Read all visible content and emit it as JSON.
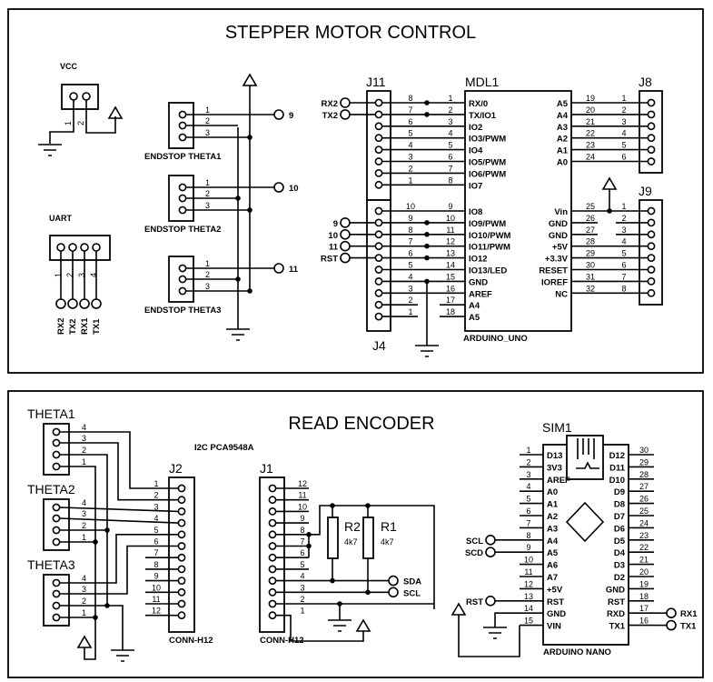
{
  "panels": {
    "stepper": {
      "title": "STEPPER MOTOR CONTROL",
      "vcc": {
        "label": "VCC",
        "pins": [
          "1",
          "2"
        ]
      },
      "uart": {
        "label": "UART",
        "pins": [
          "1",
          "2",
          "3",
          "4"
        ],
        "signals": [
          "RX2",
          "TX2",
          "RX1",
          "TX1"
        ]
      },
      "endstops": [
        {
          "label": "ENDSTOP THETA1",
          "pins": [
            "1",
            "2",
            "3"
          ],
          "net": "9"
        },
        {
          "label": "ENDSTOP THETA2",
          "pins": [
            "1",
            "2",
            "3"
          ],
          "net": "10"
        },
        {
          "label": "ENDSTOP THETA3",
          "pins": [
            "1",
            "2",
            "3"
          ],
          "net": "11"
        }
      ],
      "j11": {
        "ref": "J11",
        "rows": [
          {
            "jpin": "8",
            "mpin": "1",
            "net": "RX2"
          },
          {
            "jpin": "7",
            "mpin": "2",
            "net": "TX2"
          },
          {
            "jpin": "6",
            "mpin": "3",
            "net": ""
          },
          {
            "jpin": "5",
            "mpin": "4",
            "net": ""
          },
          {
            "jpin": "4",
            "mpin": "5",
            "net": ""
          },
          {
            "jpin": "3",
            "mpin": "6",
            "net": ""
          },
          {
            "jpin": "2",
            "mpin": "7",
            "net": ""
          },
          {
            "jpin": "1",
            "mpin": "8",
            "net": ""
          }
        ]
      },
      "j4": {
        "ref": "J4",
        "rows": [
          {
            "jpin": "10",
            "mpin": "9",
            "net": ""
          },
          {
            "jpin": "9",
            "mpin": "10",
            "net": "9"
          },
          {
            "jpin": "8",
            "mpin": "11",
            "net": "10"
          },
          {
            "jpin": "7",
            "mpin": "12",
            "net": "11"
          },
          {
            "jpin": "6",
            "mpin": "13",
            "net": "RST"
          },
          {
            "jpin": "5",
            "mpin": "14",
            "net": ""
          },
          {
            "jpin": "4",
            "mpin": "15",
            "net": ""
          },
          {
            "jpin": "3",
            "mpin": "16",
            "net": ""
          },
          {
            "jpin": "2",
            "mpin": "17",
            "net": ""
          },
          {
            "jpin": "1",
            "mpin": "18",
            "net": ""
          }
        ]
      },
      "mdl1": {
        "ref": "MDL1",
        "part": "ARDUINO_UNO",
        "left_pins": [
          "RX/0",
          "TX/IO1",
          "IO2",
          "IO3/PWM",
          "IO4",
          "IO5/PWM",
          "IO6/PWM",
          "IO7",
          "IO8",
          "IO9/PWM",
          "IO10/PWM",
          "IO11/PWM",
          "IO12",
          "IO13/LED",
          "GND",
          "AREF",
          "A4",
          "A5"
        ],
        "right_top_pins": [
          "A5",
          "A4",
          "A3",
          "A2",
          "A1",
          "A0"
        ],
        "right_bottom_pins": [
          "Vin",
          "GND",
          "GND",
          "+5V",
          "+3.3V",
          "RESET",
          "IOREF",
          "NC"
        ]
      },
      "j8": {
        "ref": "J8",
        "rows": [
          {
            "mpin": "19",
            "jpin": "1"
          },
          {
            "mpin": "20",
            "jpin": "2"
          },
          {
            "mpin": "21",
            "jpin": "3"
          },
          {
            "mpin": "22",
            "jpin": "4"
          },
          {
            "mpin": "23",
            "jpin": "5"
          },
          {
            "mpin": "24",
            "jpin": "6"
          }
        ]
      },
      "j9": {
        "ref": "J9",
        "rows": [
          {
            "mpin": "25",
            "jpin": "1"
          },
          {
            "mpin": "26",
            "jpin": "2"
          },
          {
            "mpin": "27",
            "jpin": "3"
          },
          {
            "mpin": "28",
            "jpin": "4"
          },
          {
            "mpin": "29",
            "jpin": "5"
          },
          {
            "mpin": "30",
            "jpin": "6"
          },
          {
            "mpin": "31",
            "jpin": "7"
          },
          {
            "mpin": "32",
            "jpin": "8"
          }
        ]
      }
    },
    "encoder": {
      "title": "READ ENCODER",
      "i2c_label": "I2C PCA9548A",
      "thetas": [
        {
          "label": "THETA1",
          "pins": [
            "4",
            "3",
            "2",
            "1"
          ]
        },
        {
          "label": "THETA2",
          "pins": [
            "4",
            "3",
            "2",
            "1"
          ]
        },
        {
          "label": "THETA3",
          "pins": [
            "4",
            "3",
            "2",
            "1"
          ]
        }
      ],
      "j2": {
        "ref": "J2",
        "part": "CONN-H12",
        "pins": [
          "1",
          "2",
          "3",
          "4",
          "5",
          "6",
          "7",
          "8",
          "9",
          "10",
          "11",
          "12"
        ]
      },
      "j1": {
        "ref": "J1",
        "part": "CONN-H12",
        "pins": [
          "12",
          "11",
          "10",
          "9",
          "8",
          "7",
          "6",
          "5",
          "4",
          "3",
          "2",
          "1"
        ]
      },
      "resistors": [
        {
          "ref": "R2",
          "value": "4k7"
        },
        {
          "ref": "R1",
          "value": "4k7"
        }
      ],
      "j1_nets": {
        "sda": "SDA",
        "scl": "SCL"
      },
      "sim1": {
        "ref": "SIM1",
        "part": "ARDUINO NANO",
        "left": [
          {
            "num": "1",
            "name": "D13"
          },
          {
            "num": "2",
            "name": "3V3"
          },
          {
            "num": "3",
            "name": "AREF"
          },
          {
            "num": "4",
            "name": "A0"
          },
          {
            "num": "5",
            "name": "A1"
          },
          {
            "num": "6",
            "name": "A2"
          },
          {
            "num": "7",
            "name": "A3"
          },
          {
            "num": "8",
            "name": "A4"
          },
          {
            "num": "9",
            "name": "A5"
          },
          {
            "num": "10",
            "name": "A6"
          },
          {
            "num": "11",
            "name": "A7"
          },
          {
            "num": "12",
            "name": "+5V"
          },
          {
            "num": "13",
            "name": "RST"
          },
          {
            "num": "14",
            "name": "GND"
          },
          {
            "num": "15",
            "name": "VIN"
          }
        ],
        "right": [
          {
            "num": "30",
            "name": "D12"
          },
          {
            "num": "29",
            "name": "D11"
          },
          {
            "num": "28",
            "name": "D10"
          },
          {
            "num": "27",
            "name": "D9"
          },
          {
            "num": "26",
            "name": "D8"
          },
          {
            "num": "25",
            "name": "D7"
          },
          {
            "num": "24",
            "name": "D6"
          },
          {
            "num": "23",
            "name": "D5"
          },
          {
            "num": "22",
            "name": "D4"
          },
          {
            "num": "21",
            "name": "D3"
          },
          {
            "num": "20",
            "name": "D2"
          },
          {
            "num": "19",
            "name": "GND"
          },
          {
            "num": "18",
            "name": "RST"
          },
          {
            "num": "17",
            "name": "RXD"
          },
          {
            "num": "16",
            "name": "TX1"
          }
        ],
        "nets": {
          "scl": "SCL",
          "scd": "SCD",
          "rst": "RST",
          "rx1": "RX1",
          "tx1": "TX1"
        }
      }
    }
  }
}
